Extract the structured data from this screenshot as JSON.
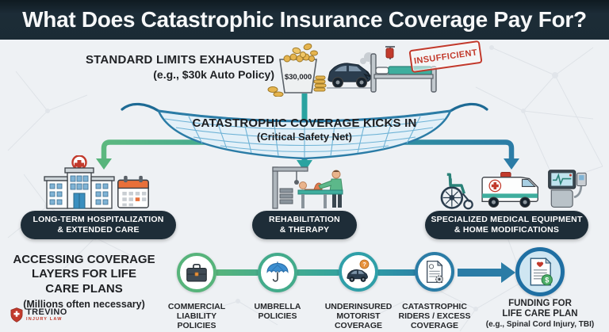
{
  "header": {
    "title": "What Does Catastrophic Insurance Coverage Pay For?"
  },
  "exhausted": {
    "title": "STANDARD LIMITS EXHAUSTED",
    "subtitle": "(e.g., $30k Auto Policy)",
    "bucket_label": "$30,000",
    "stamp": "INSUFFICIENT"
  },
  "net": {
    "title": "CATASTROPHIC COVERAGE KICKS IN",
    "subtitle": "(Critical Safety Net)"
  },
  "branches": [
    {
      "label": "LONG-TERM HOSPITALIZATION\n& EXTENDED CARE"
    },
    {
      "label": "REHABILITATION\n& THERAPY"
    },
    {
      "label": "SPECIALIZED MEDICAL EQUIPMENT\n& HOME MODIFICATIONS"
    }
  ],
  "access": {
    "title": "ACCESSING COVERAGE\nLAYERS FOR LIFE\nCARE PLANS",
    "subtitle": "(Millions often necessary)"
  },
  "steps": [
    {
      "label": "COMMERCIAL\nLIABILITY\nPOLICIES",
      "icon": "briefcase-icon"
    },
    {
      "label": "UMBRELLA\nPOLICIES",
      "icon": "umbrella-icon"
    },
    {
      "label": "UNDERINSURED\nMOTORIST\nCOVERAGE",
      "icon": "car-question-icon",
      "badge": "?"
    },
    {
      "label": "CATASTROPHIC\nRIDERS / EXCESS\nCOVERAGE",
      "icon": "policy-document-gear-icon"
    },
    {
      "label": "FUNDING FOR\nLIFE CARE PLAN",
      "subtitle": "(e.g., Spinal Cord Injury, TBI)",
      "icon": "care-plan-funding-icon",
      "badge": "$"
    }
  ],
  "logo": {
    "name": "TREVINO",
    "tagline": "INJURY LAW"
  },
  "colors": {
    "header_bg": "#1b2b35",
    "pill_bg": "#1e2d38",
    "background": "#eef1f4",
    "green": "#57b47b",
    "teal": "#2aa3a0",
    "blue": "#2b7ca6",
    "red": "#c23a2c",
    "orange": "#e8923d",
    "gold": "#e5b44e"
  }
}
